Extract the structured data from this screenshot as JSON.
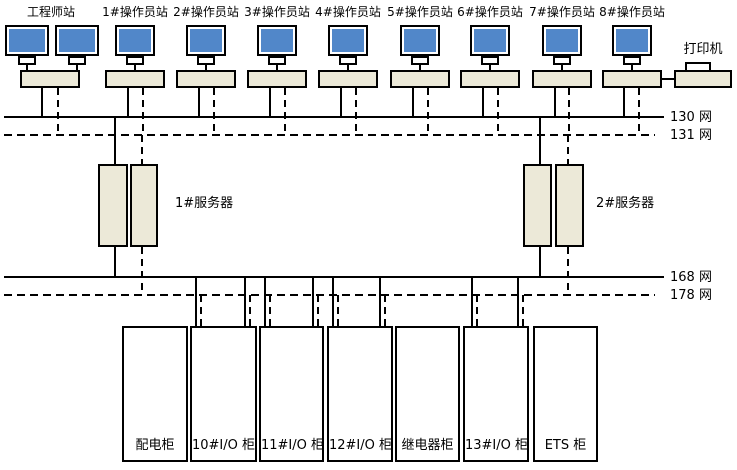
{
  "colors": {
    "line": "#000000",
    "monitor_screen_blue": "#5187c9",
    "device_beige": "#ece9d8",
    "background": "#ffffff"
  },
  "stations": [
    {
      "label": "工程师站",
      "monitors": 2
    },
    {
      "label": "1#操作员站",
      "monitors": 1
    },
    {
      "label": "2#操作员站",
      "monitors": 1
    },
    {
      "label": "3#操作员站",
      "monitors": 1
    },
    {
      "label": "4#操作员站",
      "monitors": 1
    },
    {
      "label": "5#操作员站",
      "monitors": 1
    },
    {
      "label": "6#操作员站",
      "monitors": 1
    },
    {
      "label": "7#操作员站",
      "monitors": 1
    },
    {
      "label": "8#操作员站",
      "monitors": 1
    }
  ],
  "printer": {
    "label": "打印机"
  },
  "servers": [
    {
      "label": "1#服务器"
    },
    {
      "label": "2#服务器"
    }
  ],
  "networks": [
    {
      "label": "130 网",
      "style": "solid"
    },
    {
      "label": "131 网",
      "style": "dashed"
    },
    {
      "label": "168 网",
      "style": "solid"
    },
    {
      "label": "178 网",
      "style": "dashed"
    }
  ],
  "cabinets": [
    {
      "label": "配电柜",
      "connected": false
    },
    {
      "label": "10#I/O 柜",
      "connected": true
    },
    {
      "label": "11#I/O 柜",
      "connected": true
    },
    {
      "label": "12#I/O 柜",
      "connected": true
    },
    {
      "label": "继电器柜",
      "connected": false
    },
    {
      "label": "13#I/O 柜",
      "connected": true
    },
    {
      "label": "ETS 柜",
      "connected": false
    }
  ]
}
